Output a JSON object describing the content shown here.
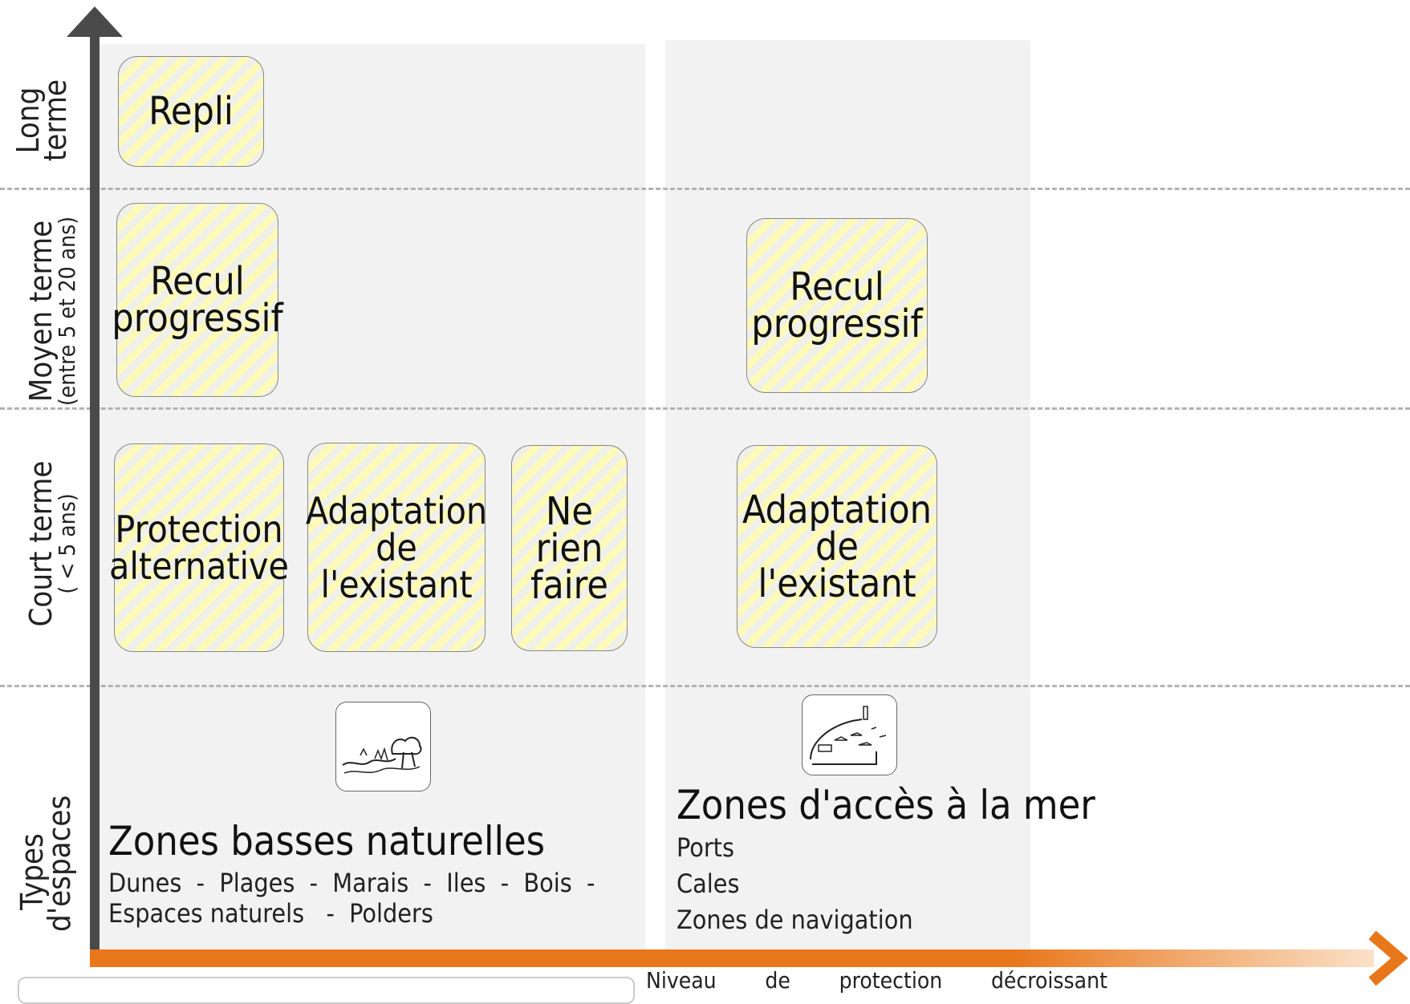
{
  "rows": [
    {
      "main": "Long terme",
      "sub": ""
    },
    {
      "main": "Moyen terme",
      "sub": "(entre 5 et 20 ans)"
    },
    {
      "main": "Court terme",
      "sub": "( < 5 ans)"
    },
    {
      "main": "Types d'espaces",
      "sub": ""
    }
  ],
  "columns": [
    {
      "title": "Zones basses naturelles",
      "subtitle_line1": "Dunes  -  Plages  -  Marais  -  Iles  -  Bois  -",
      "subtitle_line2": "Espaces naturels   -  Polders",
      "icon": "dunes-icon",
      "boxes": {
        "long": "Repli",
        "moyen": "Recul\nprogressif",
        "court": [
          "Protection\nalternative",
          "Adaptation\nde\nl'existant",
          "Ne\nrien\nfaire"
        ]
      }
    },
    {
      "title": "Zones d'accès à la mer",
      "items": [
        "Ports",
        "Cales",
        "Zones de navigation"
      ],
      "icon": "harbour-icon",
      "boxes": {
        "moyen": "Recul\nprogressif",
        "court": "Adaptation\nde\nl'existant"
      }
    }
  ],
  "x_axis": {
    "words": [
      "Niveau",
      "de",
      "protection",
      "décroissant"
    ]
  },
  "colors": {
    "box_fill": "#fdfab8",
    "axis_orange": "#e8771b",
    "axis_grey": "#4a4a4a",
    "panel": "#f2f2f2"
  }
}
